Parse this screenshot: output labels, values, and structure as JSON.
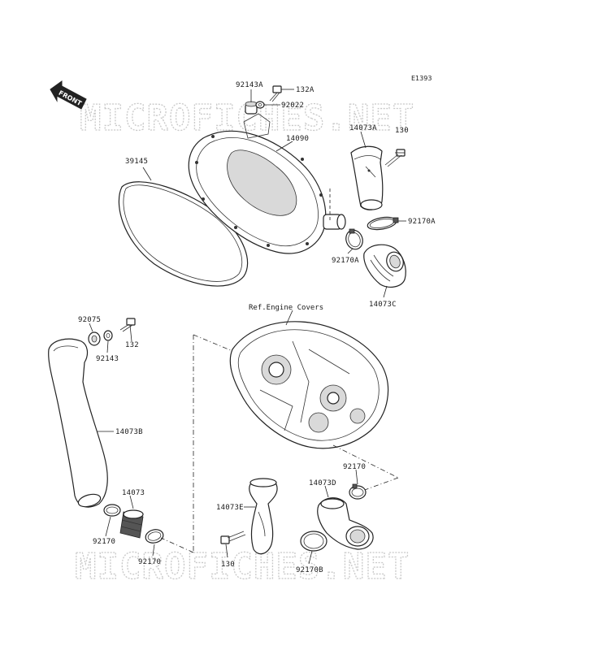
{
  "diagram_code": "E1393",
  "front_arrow_label": "FRONT",
  "watermark": "MICROFICHES.NET",
  "ref_note": "Ref.Engine Covers",
  "parts": {
    "p92143A": "92143A",
    "p132A": "132A",
    "p92022": "92022",
    "p14090": "14090",
    "p14073A": "14073A",
    "p130_top": "130",
    "p39145": "39145",
    "p92170A_right": "92170A",
    "p92170A_left": "92170A",
    "p14073C": "14073C",
    "p92075": "92075",
    "p132": "132",
    "p92143": "92143",
    "p14073B": "14073B",
    "p14073": "14073",
    "p92170_left": "92170",
    "p92170_mid": "92170",
    "p92170_right": "92170",
    "p14073D": "14073D",
    "p14073E": "14073E",
    "p130_bottom": "130",
    "p92170B": "92170B"
  }
}
